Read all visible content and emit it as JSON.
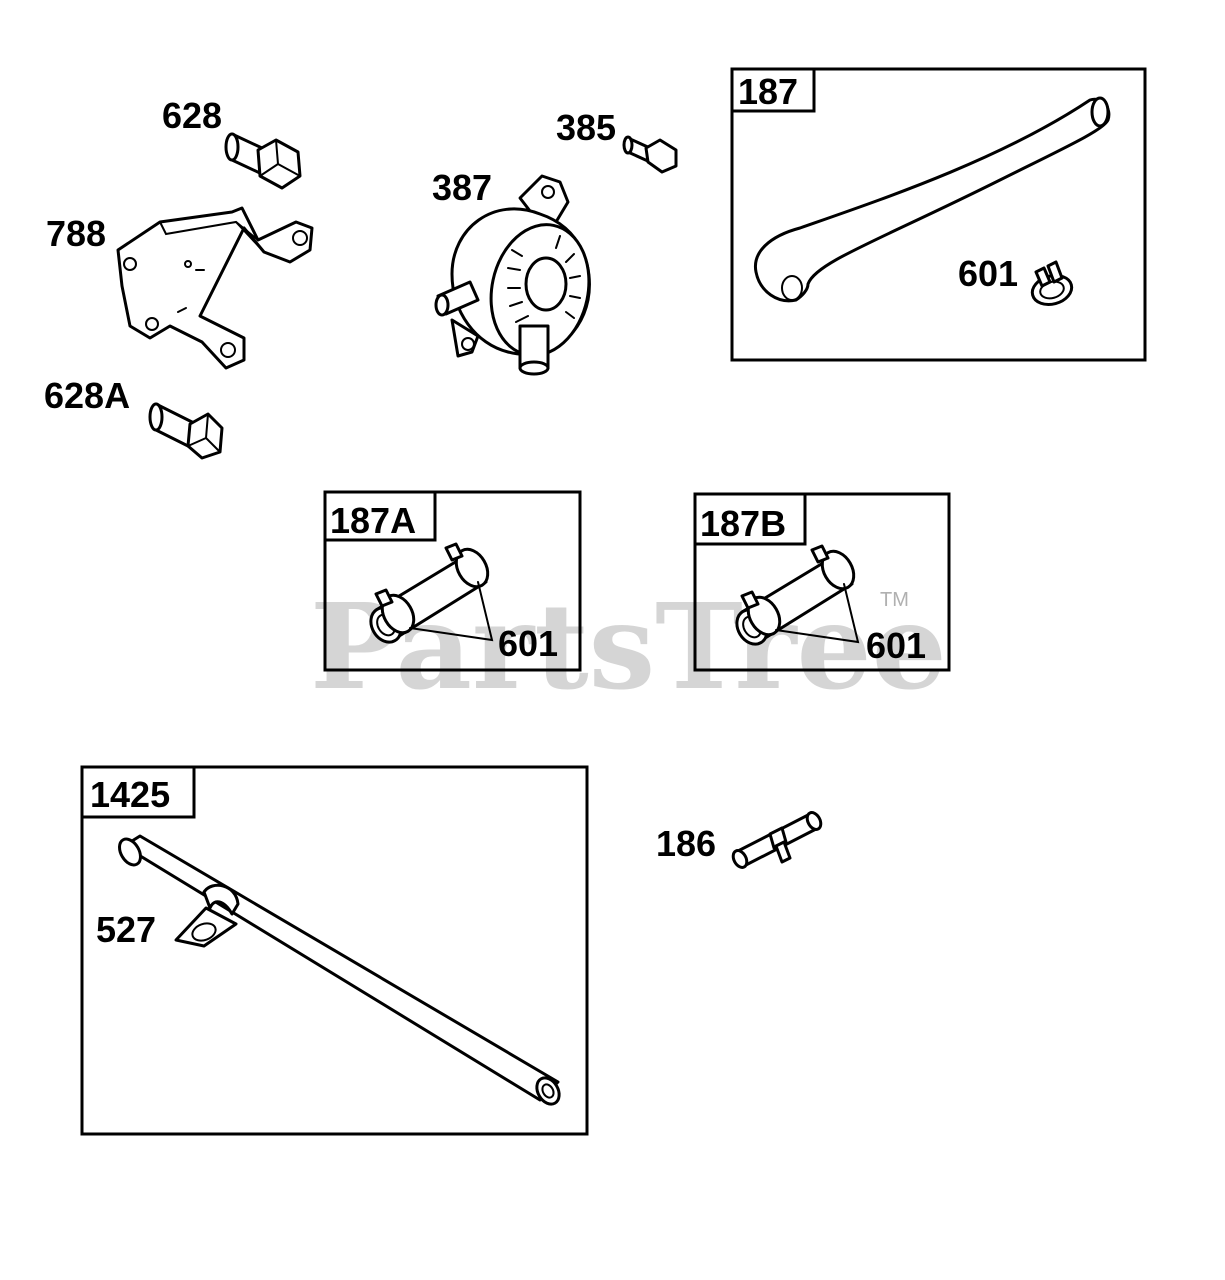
{
  "watermark": {
    "text": "PartsTree",
    "tm": "TM"
  },
  "labels": {
    "l628": "628",
    "l788": "788",
    "l628A": "628A",
    "l385": "385",
    "l387": "387",
    "l601_187": "601",
    "l601_187A": "601",
    "l601_187B": "601",
    "l527": "527",
    "l186": "186"
  },
  "boxes": {
    "b187": "187",
    "b187A": "187A",
    "b187B": "187B",
    "b1425": "1425"
  }
}
